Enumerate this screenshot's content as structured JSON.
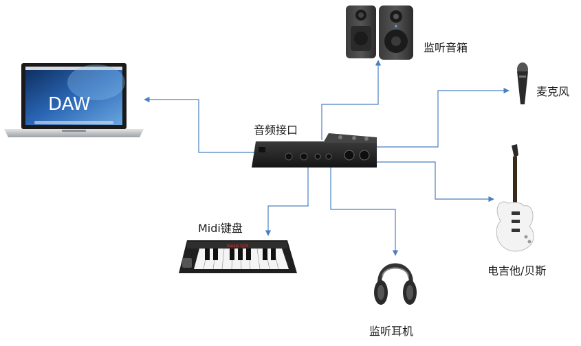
{
  "nodes": {
    "audio_interface": {
      "label": "音频接口"
    },
    "laptop": {
      "label": "DAW"
    },
    "monitor_speakers": {
      "label": "监听音箱"
    },
    "microphone": {
      "label": "麦克风"
    },
    "guitar_bass": {
      "label": "电吉他/贝斯"
    },
    "midi_keyboard": {
      "label": "Midi键盘"
    },
    "headphones": {
      "label": "监听耳机"
    },
    "keyboard_brand": {
      "label": "Alesis Q25"
    }
  },
  "colors": {
    "connector": "#4a7fc1",
    "device_body": "#1e1e1e",
    "device_panel": "#2b2b2b",
    "screen_blue": "#2a5fa8"
  }
}
